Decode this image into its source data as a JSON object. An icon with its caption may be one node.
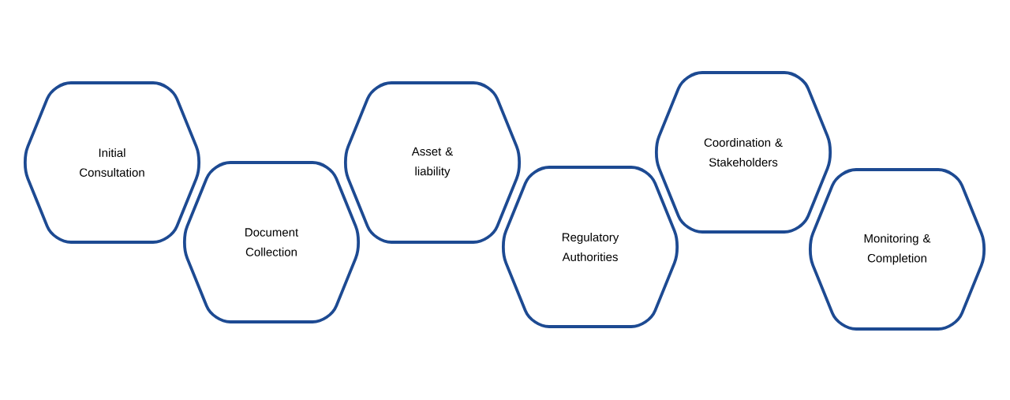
{
  "diagram": {
    "nodes": [
      {
        "text": [
          "Initial Consultation"
        ]
      },
      {
        "text": [
          "Document Collection"
        ]
      },
      {
        "text": [
          "Asset & liability"
        ]
      },
      {
        "text": [
          "Regulatory Authorities"
        ]
      },
      {
        "text": [
          "Coordination & Stakeholders"
        ]
      },
      {
        "text": [
          "Monitoring & Completion"
        ]
      }
    ]
  }
}
